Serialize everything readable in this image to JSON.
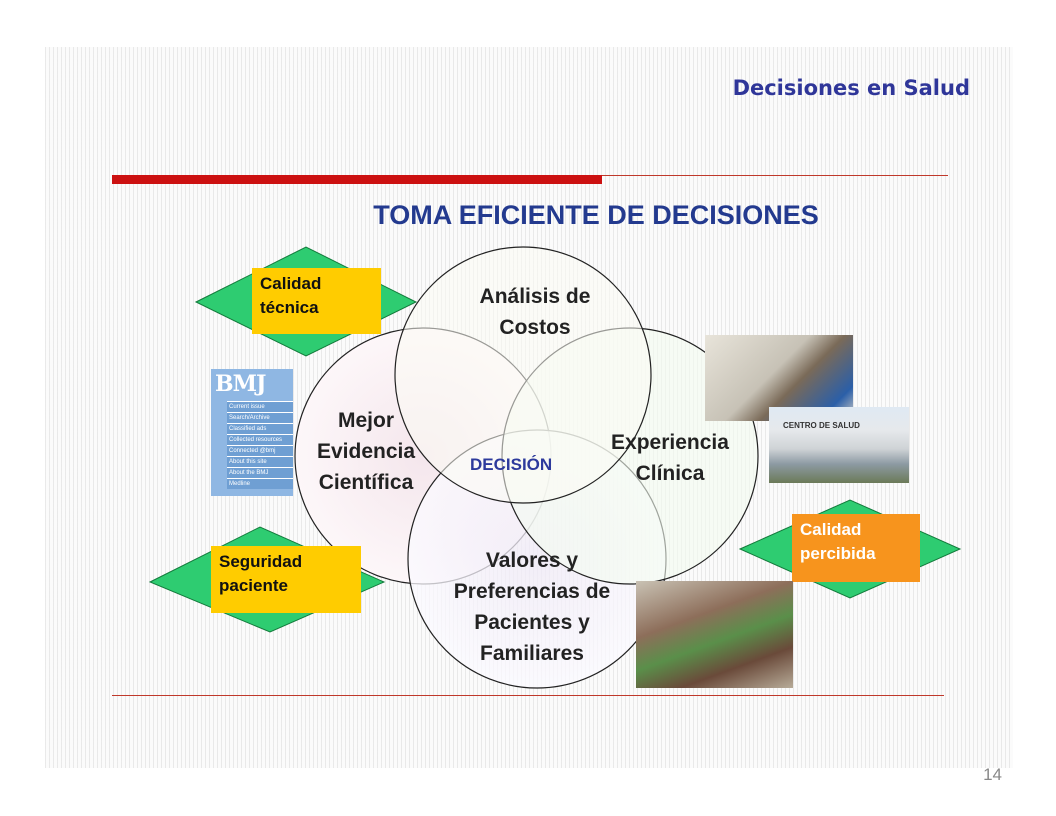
{
  "header": {
    "title": "Decisiones en Salud"
  },
  "main_title": "TOMA EFICIENTE DE DECISIONES",
  "circles": {
    "top": [
      "Análisis de",
      "Costos"
    ],
    "left": [
      "Mejor",
      "Evidencia",
      "Científica"
    ],
    "right": [
      "Experiencia",
      "Clínica"
    ],
    "bottom": [
      "Valores y",
      "Preferencias de",
      "Pacientes y",
      "Familiares"
    ]
  },
  "center_label": "DECISIÓN",
  "tags": {
    "calidad_tecnica": [
      "Calidad",
      "técnica"
    ],
    "seguridad_paciente": [
      "Seguridad",
      "paciente"
    ],
    "calidad_percibida": [
      "Calidad",
      "percibida"
    ]
  },
  "bmj": {
    "logo": "BMJ",
    "menu": [
      "Current issue",
      "Search/Archive",
      "Classified ads",
      "Collected resources",
      "Connected @bmj",
      "About this site",
      "About the BMJ",
      "Medline"
    ]
  },
  "photo_sign": "CENTRO DE SALUD",
  "page_number": "14",
  "colors": {
    "title_blue": "#233a8f",
    "accent_red": "#cc1111",
    "diamond_green": "#2ecc71",
    "tag_yellow": "#ffcc00",
    "tag_orange": "#f7941d"
  }
}
